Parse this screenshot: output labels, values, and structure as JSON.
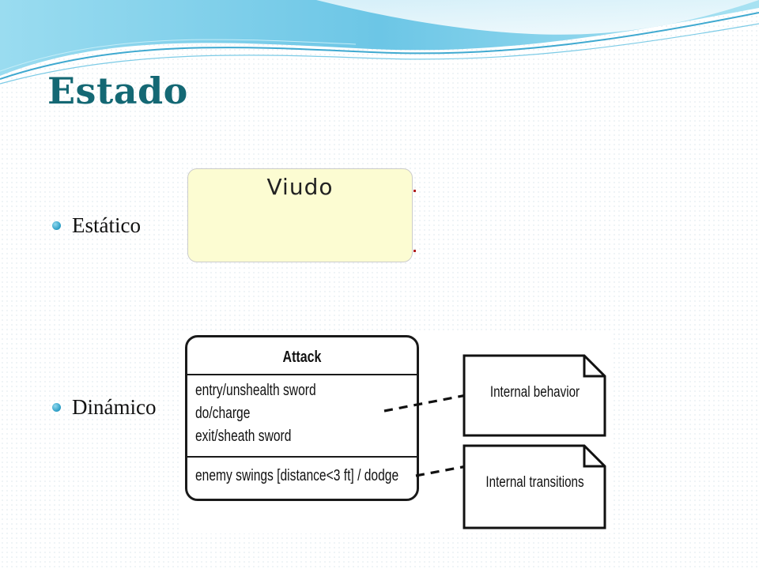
{
  "slide": {
    "title": "Estado",
    "bullets": [
      "Estático",
      "Dinámico"
    ]
  },
  "static_state": {
    "name": "Viudo",
    "fill": "#fcfcd2"
  },
  "dynamic_state": {
    "name": "Attack",
    "activities": [
      "entry/unshealth sword",
      "do/charge",
      "exit/sheath sword"
    ],
    "transition": "enemy swings [distance<3 ft] / dodge"
  },
  "notes": [
    "Internal behavior",
    "Internal transitions"
  ],
  "colors": {
    "title": "#146874",
    "bullet": "#2a9cc4",
    "wave": "#8ed4ea"
  }
}
